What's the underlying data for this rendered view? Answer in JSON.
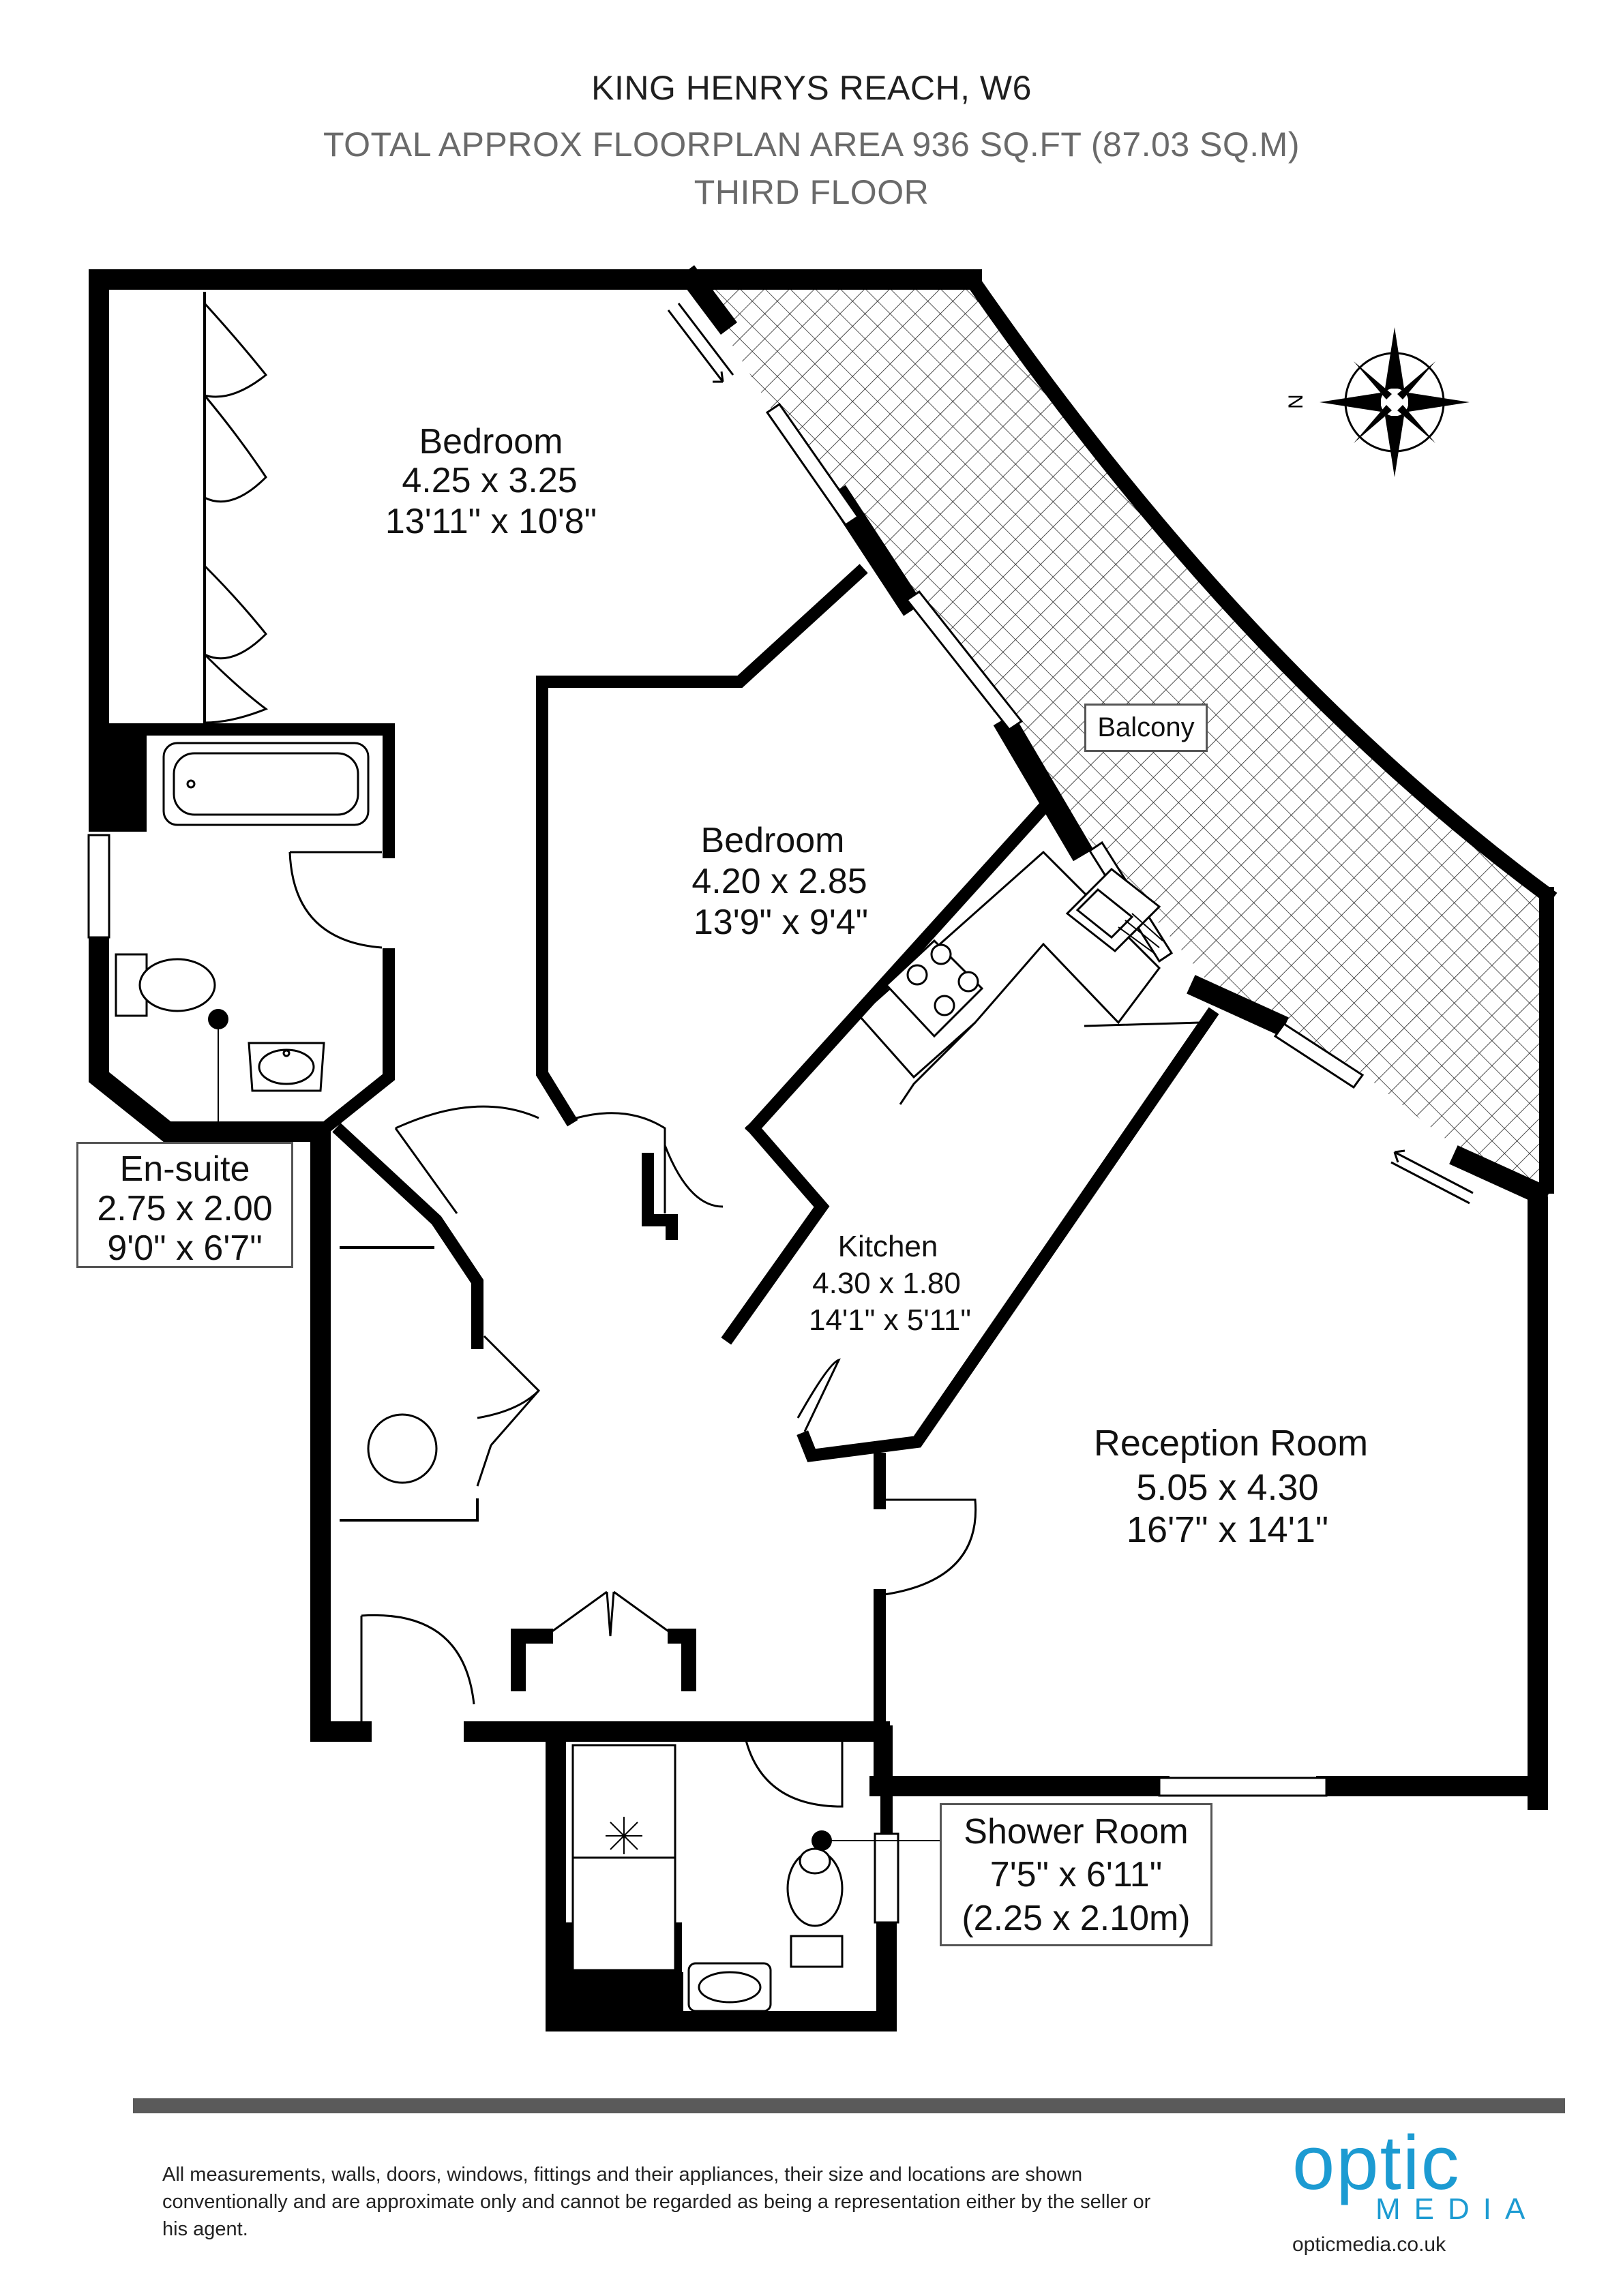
{
  "header": {
    "title": "KING HENRYS REACH, W6",
    "area": "TOTAL APPROX FLOORPLAN AREA 936 SQ.FT (87.03 SQ.M)",
    "floor": "THIRD FLOOR"
  },
  "compass": {
    "north_label": "N"
  },
  "rooms": {
    "bedroom1": {
      "name": "Bedroom",
      "metric": "4.25 x 3.25",
      "imperial": "13'11\" x 10'8\""
    },
    "bedroom2": {
      "name": "Bedroom",
      "metric": "4.20 x 2.85",
      "imperial": "13'9\" x 9'4\""
    },
    "balcony": {
      "name": "Balcony"
    },
    "ensuite": {
      "name": "En-suite",
      "metric": "2.75 x 2.00",
      "imperial": "9'0\" x 6'7\""
    },
    "kitchen": {
      "name": "Kitchen",
      "metric": "4.30 x 1.80",
      "imperial": "14'1\" x 5'11\""
    },
    "reception": {
      "name": "Reception Room",
      "metric": "5.05 x 4.30",
      "imperial": "16'7\" x 14'1\""
    },
    "shower": {
      "name": "Shower Room",
      "imperial": "7'5\" x 6'11\"",
      "metric": "(2.25 x 2.10m)"
    }
  },
  "footer": {
    "disclaimer": "All measurements, walls, doors, windows, fittings and their appliances, their size and locations are shown conventionally and are approximate only and cannot be regarded as being a representation either by the seller or his agent.",
    "logo_word": "optic",
    "logo_sub": "MEDIA",
    "url": "opticmedia.co.uk"
  },
  "colors": {
    "wall": "#000000",
    "brand": "#1c9bd2",
    "divider": "#5a5a5a"
  }
}
